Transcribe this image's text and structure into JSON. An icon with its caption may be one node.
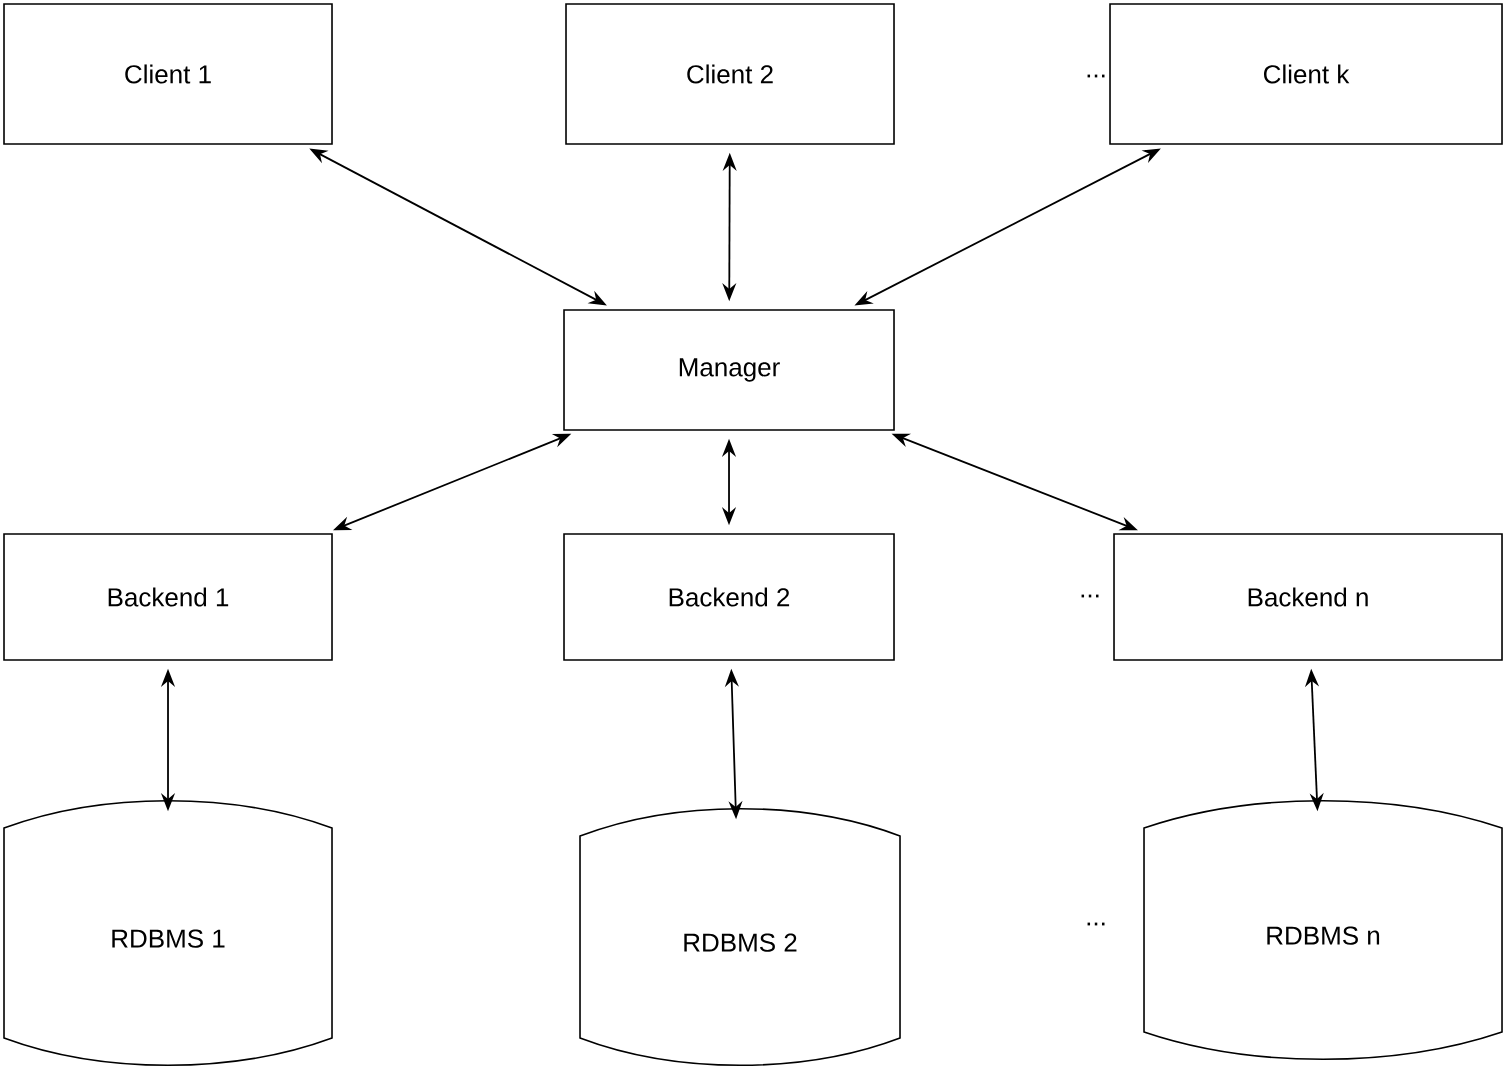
{
  "diagram": {
    "nodes": [
      {
        "text": [
          "Client 1"
        ]
      },
      {
        "text": [
          "Client 2"
        ]
      },
      {
        "text": [
          "Client k"
        ]
      },
      {
        "text": [
          "Manager"
        ]
      },
      {
        "text": [
          "Backend 1"
        ]
      },
      {
        "text": [
          "Backend 2"
        ]
      },
      {
        "text": [
          "Backend n"
        ]
      },
      {
        "text": [
          "RDBMS 1"
        ]
      },
      {
        "text": [
          "RDBMS 2"
        ]
      },
      {
        "text": [
          "RDBMS n"
        ]
      }
    ],
    "edges": [
      {
        "from": 0,
        "to": 3,
        "arrow": "both"
      },
      {
        "from": 1,
        "to": 3,
        "arrow": "both"
      },
      {
        "from": 2,
        "to": 3,
        "arrow": "both"
      },
      {
        "from": 3,
        "to": 4,
        "arrow": "both"
      },
      {
        "from": 3,
        "to": 5,
        "arrow": "both"
      },
      {
        "from": 3,
        "to": 6,
        "arrow": "both"
      },
      {
        "from": 4,
        "to": 7,
        "arrow": "both"
      },
      {
        "from": 5,
        "to": 8,
        "arrow": "both"
      },
      {
        "from": 6,
        "to": 9,
        "arrow": "both"
      }
    ],
    "labels": [
      "...",
      "...",
      "..."
    ]
  }
}
